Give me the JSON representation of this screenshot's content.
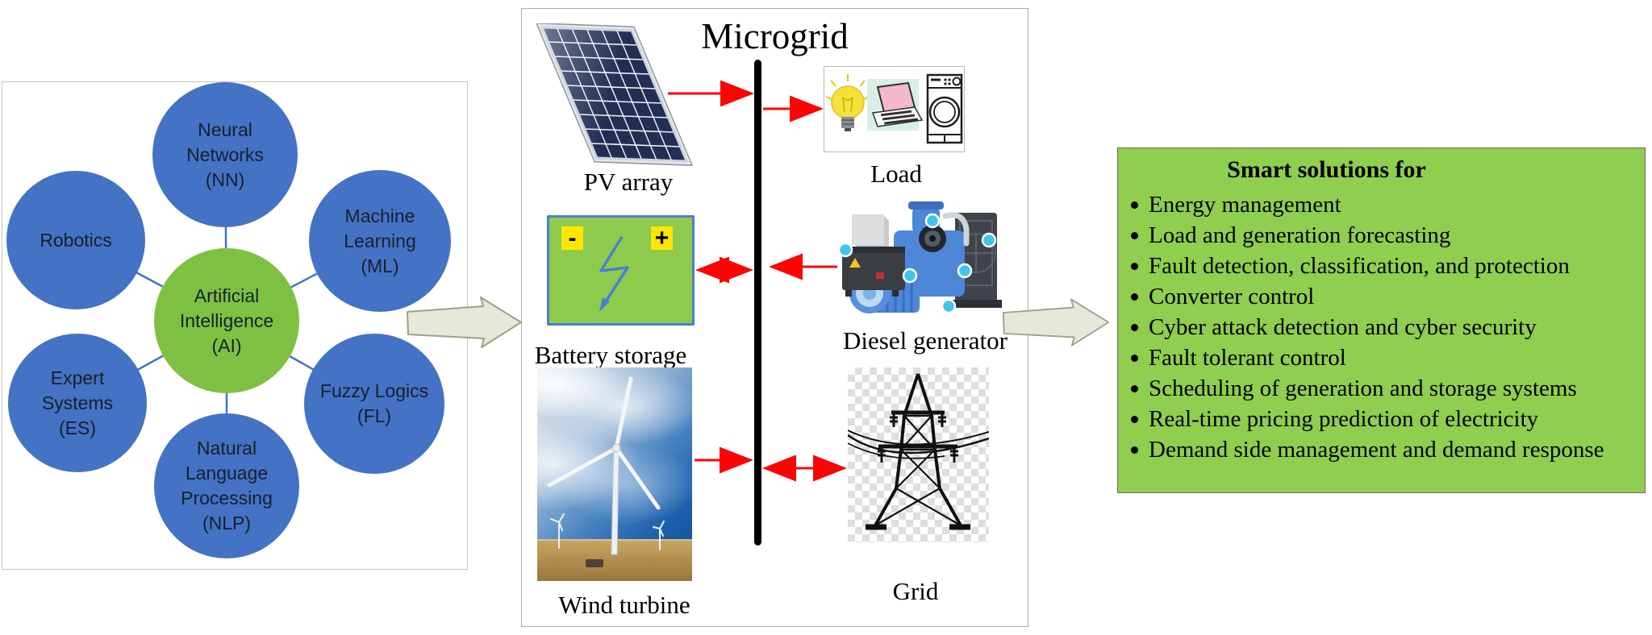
{
  "ai_panel": {
    "center": {
      "label": "Artificial\nIntelligence\n(AI)"
    },
    "satellites": [
      {
        "id": "nn",
        "label": "Neural\nNetworks\n(NN)"
      },
      {
        "id": "ml",
        "label": "Machine\nLearning\n(ML)"
      },
      {
        "id": "fl",
        "label": "Fuzzy Logics\n(FL)"
      },
      {
        "id": "nlp",
        "label": "Natural\nLanguage\nProcessing\n(NLP)"
      },
      {
        "id": "es",
        "label": "Expert\nSystems\n(ES)"
      },
      {
        "id": "robotics",
        "label": "Robotics"
      }
    ],
    "colors": {
      "satellite_fill": "#4472c4",
      "center_fill": "#7ec142",
      "connector": "#4472c4"
    }
  },
  "microgrid": {
    "title": "Microgrid",
    "components": {
      "pv": {
        "label": "PV array"
      },
      "load": {
        "label": "Load"
      },
      "battery": {
        "label": "Battery storage",
        "minus": "-",
        "plus": "+"
      },
      "diesel": {
        "label": "Diesel generator"
      },
      "wind": {
        "label": "Wind turbine"
      },
      "grid": {
        "label": "Grid"
      }
    },
    "colors": {
      "bus": "#000000",
      "arrow": "#fb0504",
      "battery_fill": "#8ecb4d",
      "battery_border": "#4a7fd0",
      "terminal": "#ffe600"
    }
  },
  "solutions": {
    "title": "Smart solutions for",
    "items": [
      "Energy management",
      "Load and generation forecasting",
      "Fault detection, classification, and protection",
      "Converter control",
      "Cyber attack detection and cyber security",
      "Fault tolerant control",
      "Scheduling of generation and storage systems",
      "Real-time pricing prediction of electricity",
      "Demand side management and demand response"
    ],
    "colors": {
      "background": "#8fce4e"
    }
  }
}
